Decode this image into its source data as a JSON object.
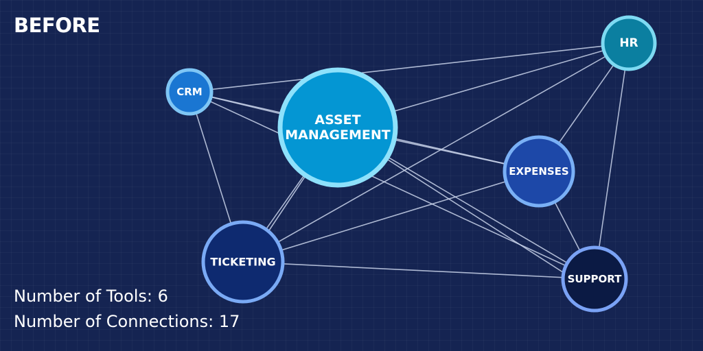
{
  "title": "BEFORE",
  "stats": {
    "tools": "Number of Tools: 6",
    "connections": "Number of Connections: 17"
  },
  "colors": {
    "background": "#152452",
    "edge": "#c9d3ea"
  },
  "nodes": [
    {
      "id": "crm",
      "lines": [
        "CRM"
      ],
      "fill": "#1a76d2",
      "stroke": "#7fc6f5"
    },
    {
      "id": "asset",
      "lines": [
        "ASSET",
        "MANAGEMENT"
      ],
      "fill": "#0496d3",
      "stroke": "#8ee1fb"
    },
    {
      "id": "hr",
      "lines": [
        "HR"
      ],
      "fill": "#0b7fa0",
      "stroke": "#7edaf2"
    },
    {
      "id": "expenses",
      "lines": [
        "EXPENSES"
      ],
      "fill": "#1d48a8",
      "stroke": "#7ab0f5"
    },
    {
      "id": "ticketing",
      "lines": [
        "TICKETING"
      ],
      "fill": "#0e2a70",
      "stroke": "#7aaaf5"
    },
    {
      "id": "support",
      "lines": [
        "SUPPORT"
      ],
      "fill": "#0b1a44",
      "stroke": "#7aa2f5"
    }
  ],
  "edges": [
    [
      "crm",
      "asset"
    ],
    [
      "crm",
      "hr"
    ],
    [
      "crm",
      "expenses"
    ],
    [
      "crm",
      "ticketing"
    ],
    [
      "crm",
      "support"
    ],
    [
      "asset",
      "hr"
    ],
    [
      "asset",
      "expenses"
    ],
    [
      "asset",
      "ticketing"
    ],
    [
      "asset",
      "support"
    ],
    [
      "hr",
      "expenses"
    ],
    [
      "hr",
      "ticketing"
    ],
    [
      "hr",
      "support"
    ],
    [
      "expenses",
      "ticketing"
    ],
    [
      "expenses",
      "support"
    ],
    [
      "ticketing",
      "support"
    ],
    [
      "ticketing",
      "asset"
    ],
    [
      "support",
      "asset"
    ]
  ]
}
